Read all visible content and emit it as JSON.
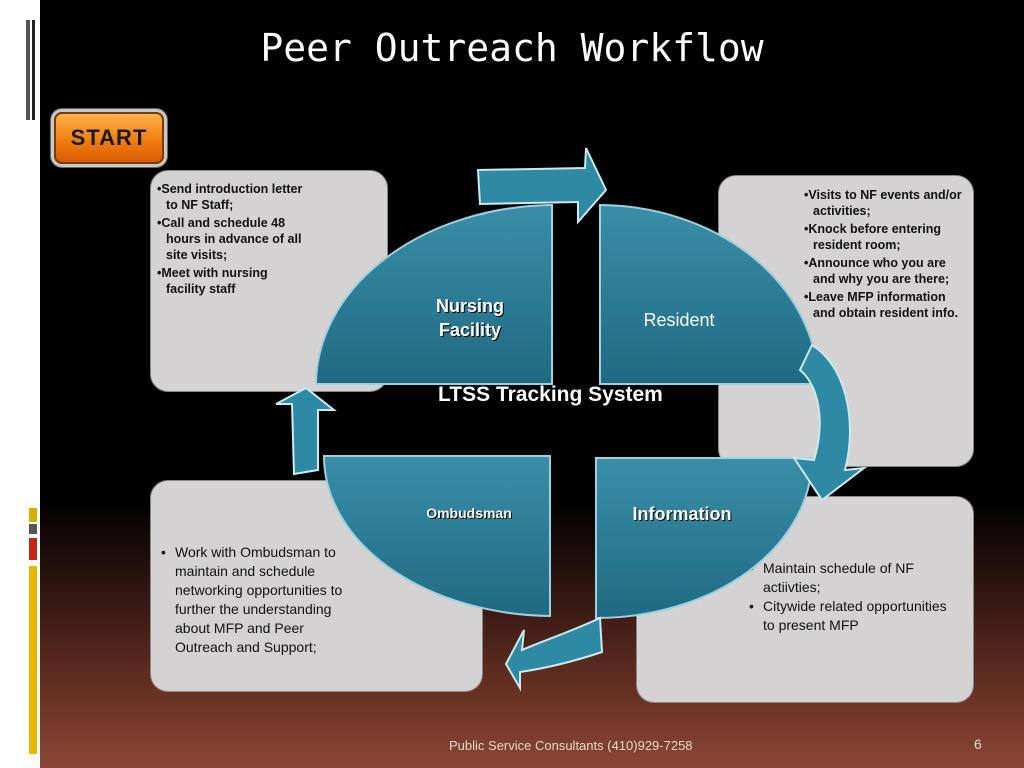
{
  "slide": {
    "title": "Peer Outreach Workflow",
    "start_label": "START",
    "center_label": "LTSS Tracking System",
    "footer": "Public Service Consultants (410)929-7258",
    "page_number": "6"
  },
  "quadrants": {
    "top_left": "Nursing Facility",
    "top_right": "Resident",
    "bottom_left": "Ombudsman",
    "bottom_right": "Information"
  },
  "boxes": {
    "top_left": [
      "•Send introduction letter to NF Staff;",
      "•Call and schedule 48 hours in advance of all site visits;",
      "•Meet with nursing facility staff"
    ],
    "top_right": [
      "•Visits to NF events and/or activities;",
      "•Knock before entering resident room;",
      "•Announce who you are and why you are there;",
      "•Leave MFP information and obtain resident info."
    ],
    "bottom_left": [
      "Work with Ombudsman to maintain and schedule networking opportunities to further the understanding about MFP and Peer Outreach and Support;"
    ],
    "bottom_right": [
      "Maintain schedule of NF actiivties;",
      "Citywide related opportunities to present MFP"
    ]
  },
  "colors": {
    "quadrant_fill": "#2d7c96",
    "arrow_fill": "#2e8aa4",
    "box_fill": "#d4d2d2",
    "start_button": "#f07e10"
  }
}
